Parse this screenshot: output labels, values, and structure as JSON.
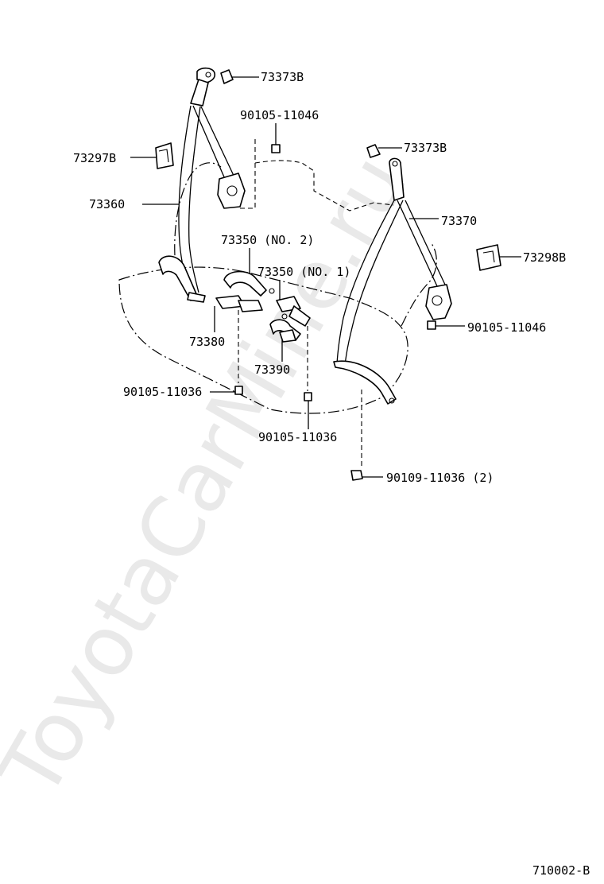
{
  "watermark": "ToyotaCarMine.ru",
  "diagram_ref": "710002-B",
  "parts": {
    "p73373b_top_left": "73373B",
    "p90105_11046_top": "90105-11046",
    "p73297b": "73297B",
    "p73373b_right": "73373B",
    "p73360": "73360",
    "p73370": "73370",
    "p73350_no2": "73350 (NO. 2)",
    "p73350_no1": "73350 (NO. 1)",
    "p73298b": "73298B",
    "p90105_11046_right": "90105-11046",
    "p73380": "73380",
    "p73390": "73390",
    "p90105_11036_left": "90105-11036",
    "p90105_11036_bottom": "90105-11036",
    "p90109_11036": "90109-11036 (2)"
  }
}
